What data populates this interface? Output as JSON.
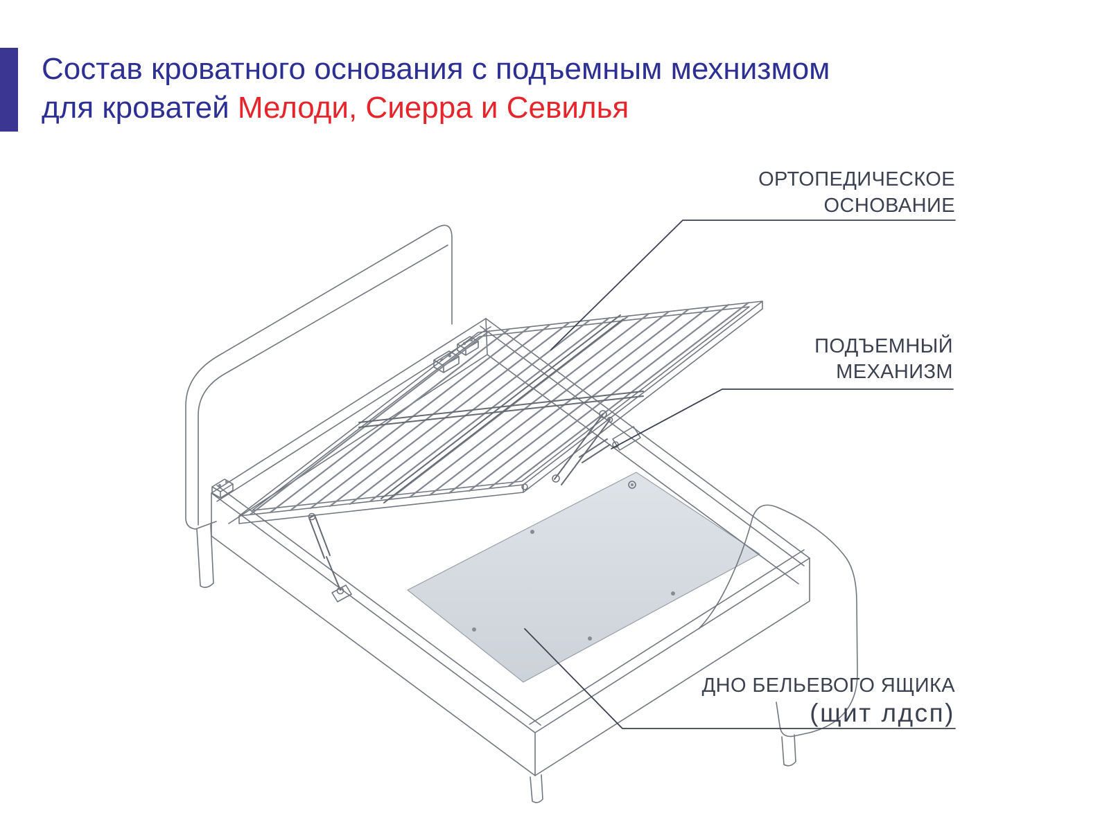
{
  "title": {
    "line1": "Состав кроватного основания с подъемным мехнизмом",
    "line2_prefix": "для кроватей ",
    "line2_models": "Мелоди, Сиерра и Севилья"
  },
  "callouts": {
    "orthopedic_base": {
      "line1": "ОРТОПЕДИЧЕСКОЕ",
      "line2": "ОСНОВАНИЕ"
    },
    "lift_mechanism": {
      "line1": "ПОДЪЕМНЫЙ",
      "line2": "МЕХАНИЗМ"
    },
    "drawer_bottom": {
      "line1": "ДНО БЕЛЬЕВОГО ЯЩИКА",
      "line2": "(щит лдсп)"
    }
  },
  "colors": {
    "title_text": "#2d3092",
    "model_names": "#e6242b",
    "accent_bar": "#3b3692",
    "callout_text": "#3c4150",
    "drawing_line": "#72777f",
    "drawer_panel": "#d6dbe1"
  }
}
